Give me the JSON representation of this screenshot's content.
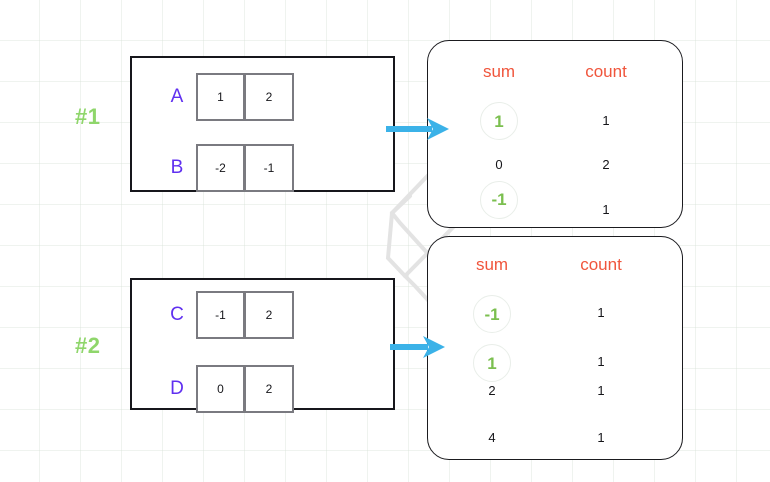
{
  "diagram": {
    "title": "Grouped pair sums aggregated into sum/count tables",
    "colors": {
      "group_label": "#8fd66b",
      "row_letter": "#6030f0",
      "table_header": "#f0553c",
      "highlight_value": "#7bbf4f",
      "arrow": "#3bb2e8",
      "connector": "#e2e2e2",
      "panel_border": "#17171c",
      "cell_border": "#7a7a80",
      "grid": "#d7e1d7"
    },
    "groups": [
      {
        "label": "#1",
        "rows": [
          {
            "letter": "A",
            "cells": [
              "1",
              "2"
            ]
          },
          {
            "letter": "B",
            "cells": [
              "-2",
              "-1"
            ]
          }
        ],
        "table": {
          "headers": [
            "sum",
            "count"
          ],
          "rows": [
            {
              "sum": "1",
              "count": "1",
              "highlight": true
            },
            {
              "sum": "0",
              "count": "2",
              "highlight": false
            },
            {
              "sum": "-1",
              "count": "1",
              "highlight": true
            }
          ]
        }
      },
      {
        "label": "#2",
        "rows": [
          {
            "letter": "C",
            "cells": [
              "-1",
              "2"
            ]
          },
          {
            "letter": "D",
            "cells": [
              "0",
              "2"
            ]
          }
        ],
        "table": {
          "headers": [
            "sum",
            "count"
          ],
          "rows": [
            {
              "sum": "-1",
              "count": "1",
              "highlight": true
            },
            {
              "sum": "1",
              "count": "1",
              "highlight": true
            },
            {
              "sum": "2",
              "count": "1",
              "highlight": false
            },
            {
              "sum": "4",
              "count": "1",
              "highlight": false
            }
          ]
        }
      }
    ],
    "arrows": [
      {
        "name": "arrow-group-1"
      },
      {
        "name": "arrow-group-2"
      }
    ]
  }
}
